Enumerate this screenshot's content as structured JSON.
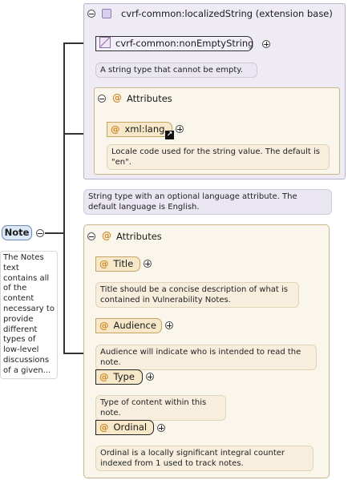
{
  "base_panel": {
    "title": "cvrf-common:localizedString (extension base)",
    "type_node": "cvrf-common:nonEmptyString",
    "type_doc": "A string type that cannot be empty.",
    "attributes_title": "Attributes",
    "lang_node": "xml:lang",
    "lang_doc": "Locale code used for the string value. The default is \"en\"."
  },
  "base_doc": "String type with an optional language attribute. The default language is English.",
  "note": {
    "label": "Note",
    "doc": "The Notes text contains all of the content necessary to provide different types of low-level discussions of a given..."
  },
  "attributes_panel": {
    "title": "Attributes",
    "items": [
      {
        "label": "Title",
        "doc": "Title should be a concise description of what is contained in Vulnerability Notes."
      },
      {
        "label": "Audience",
        "doc": "Audience will indicate who is intended to read the note."
      },
      {
        "label": "Type",
        "doc": "Type of content within this note."
      },
      {
        "label": "Ordinal",
        "doc": "Ordinal is a locally significant integral counter indexed from 1 used to track notes."
      }
    ]
  }
}
